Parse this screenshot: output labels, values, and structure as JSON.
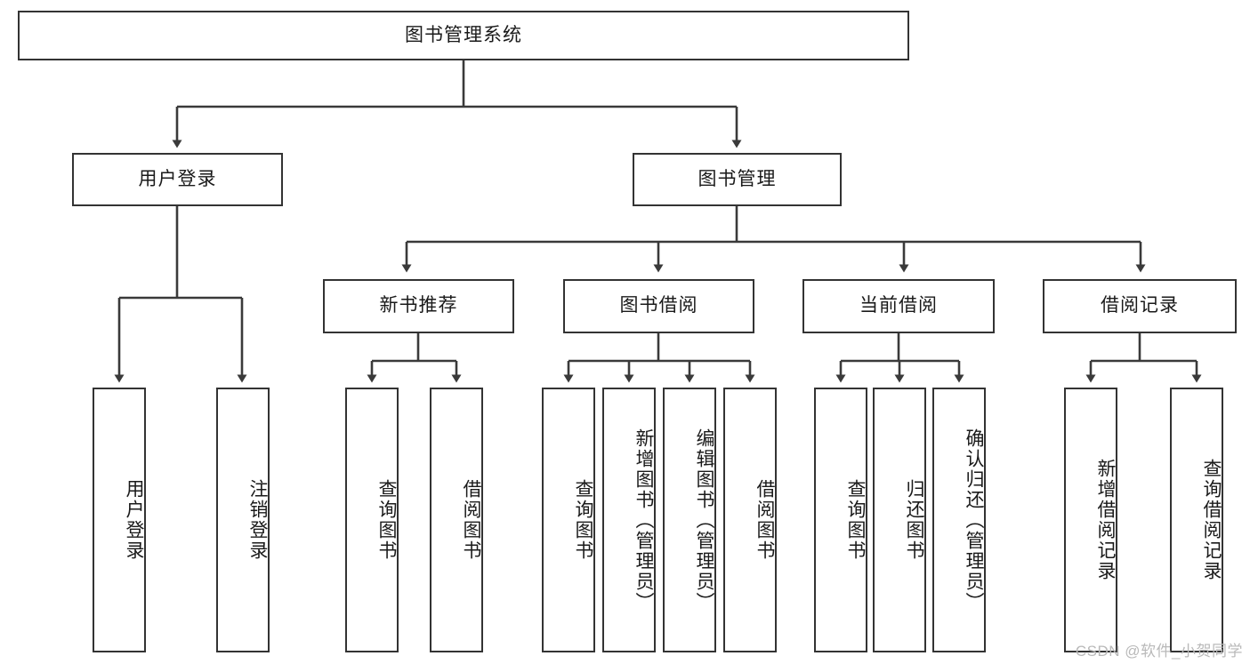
{
  "diagram": {
    "title": "图书管理系统",
    "type": "tree-hierarchy",
    "watermark": "CSDN @软件_小贺同学",
    "colors": {
      "box_border": "#333333",
      "box_fill": "#ffffff",
      "edge": "#3a3a3a",
      "text": "#1a1a1a",
      "watermark": "#b9b9b9",
      "background": "#ffffff"
    },
    "root": {
      "label": "图书管理系统"
    },
    "level2": [
      {
        "id": "user-login",
        "label": "用户登录"
      },
      {
        "id": "book-manage",
        "label": "图书管理"
      }
    ],
    "level3": [
      {
        "id": "new-book-recommend",
        "label": "新书推荐",
        "parent": "book-manage"
      },
      {
        "id": "book-borrow",
        "label": "图书借阅",
        "parent": "book-manage"
      },
      {
        "id": "current-borrow",
        "label": "当前借阅",
        "parent": "book-manage"
      },
      {
        "id": "borrow-record",
        "label": "借阅记录",
        "parent": "book-manage"
      }
    ],
    "leaves": {
      "user-login": [
        {
          "id": "leaf-user-login",
          "label": "用户登录"
        },
        {
          "id": "leaf-logout-login",
          "label": "注销登录"
        }
      ],
      "new-book-recommend": [
        {
          "id": "leaf-query-book-1",
          "label": "查询图书"
        },
        {
          "id": "leaf-borrow-book-1",
          "label": "借阅图书"
        }
      ],
      "book-borrow": [
        {
          "id": "leaf-query-book-2",
          "label": "查询图书"
        },
        {
          "id": "leaf-add-book",
          "label": "新增图书（管理员）"
        },
        {
          "id": "leaf-edit-book",
          "label": "编辑图书（管理员）"
        },
        {
          "id": "leaf-borrow-book-2",
          "label": "借阅图书"
        }
      ],
      "current-borrow": [
        {
          "id": "leaf-query-book-3",
          "label": "查询图书"
        },
        {
          "id": "leaf-return-book",
          "label": "归还图书"
        },
        {
          "id": "leaf-confirm-return",
          "label": "确认归还（管理员）"
        }
      ],
      "borrow-record": [
        {
          "id": "leaf-add-record",
          "label": "新增借阅记录"
        },
        {
          "id": "leaf-query-record",
          "label": "查询借阅记录"
        }
      ]
    }
  }
}
